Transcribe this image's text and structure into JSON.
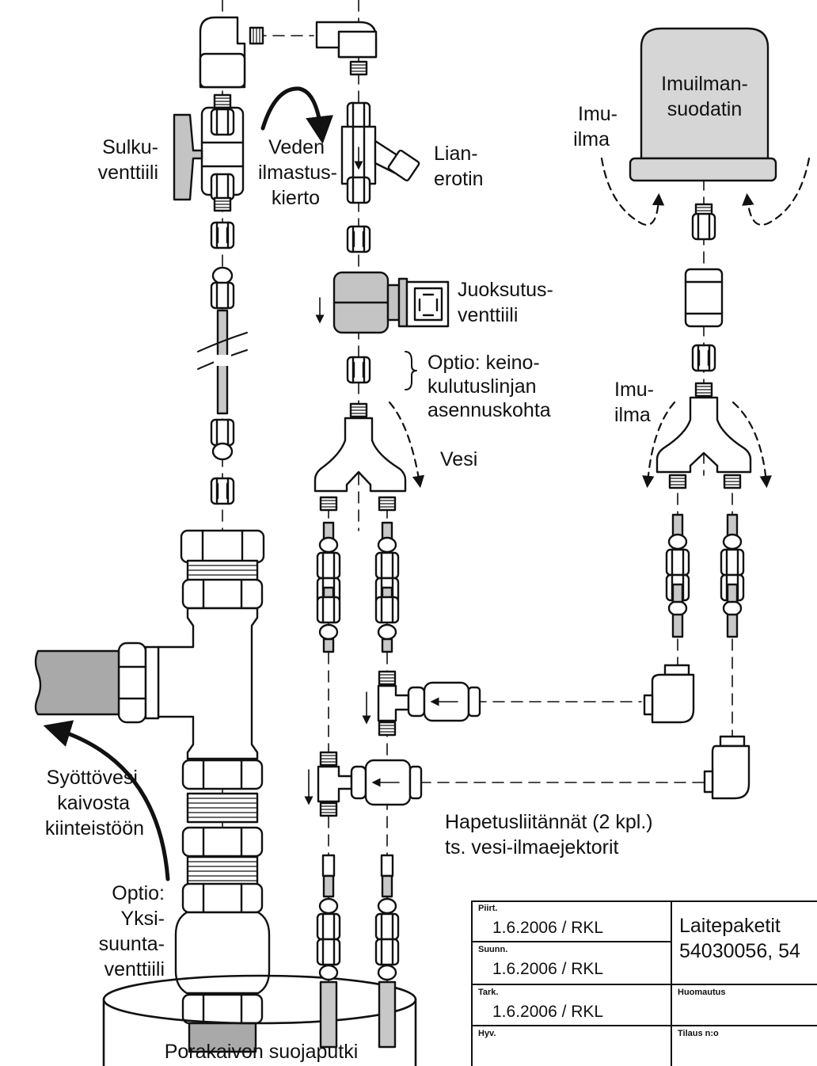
{
  "labels": {
    "sulkuventtiili_1": "Sulku-",
    "sulkuventtiili_2": "venttiili",
    "veden_1": "Veden",
    "veden_2": "ilmastus-",
    "veden_3": "kierto",
    "lianerotin_1": "Lian-",
    "lianerotin_2": "erotin",
    "juoksutus_1": "Juoksutus-",
    "juoksutus_2": "venttiili",
    "optio_keino_1": "Optio: keino-",
    "optio_keino_2": "kulutuslinjan",
    "optio_keino_3": "asennuskohta",
    "vesi": "Vesi",
    "imuilma_top_1": "Imu-",
    "imuilma_top_2": "ilma",
    "imuilmansuodatin_1": "Imuilman-",
    "imuilmansuodatin_2": "suodatin",
    "imuilma_mid_1": "Imu-",
    "imuilma_mid_2": "ilma",
    "syottovesi_1": "Syöttövesi",
    "syottovesi_2": "kaivosta",
    "syottovesi_3": "kiinteistöön",
    "hapetus_1": "Hapetusliitännät (2 kpl.)",
    "hapetus_2": "ts. vesi-ilmaejektorit",
    "optio_yksi_1": "Optio:",
    "optio_yksi_2": "Yksi-",
    "optio_yksi_3": "suunta-",
    "optio_yksi_4": "venttiili",
    "porakaivo": "Porakaivon suojaputki"
  },
  "title_block": {
    "piirt_label": "Piirt.",
    "piirt_value": "1.6.2006 / RKL",
    "suunn_label": "Suunn.",
    "suunn_value": "1.6.2006 / RKL",
    "tark_label": "Tark.",
    "tark_value": "1.6.2006 / RKL",
    "hyv_label": "Hyv.",
    "title_1": "Laitepaketit",
    "title_2": "54030056, 54",
    "huomautus_label": "Huomautus",
    "tilaus_label": "Tilaus n:o"
  },
  "colors": {
    "line": "#111111",
    "filter_fill": "#d6d6d6",
    "pipe_fill": "#c8c8c8",
    "valve_fill": "#c4c4c4",
    "hose_fill": "#a9a9a9"
  }
}
